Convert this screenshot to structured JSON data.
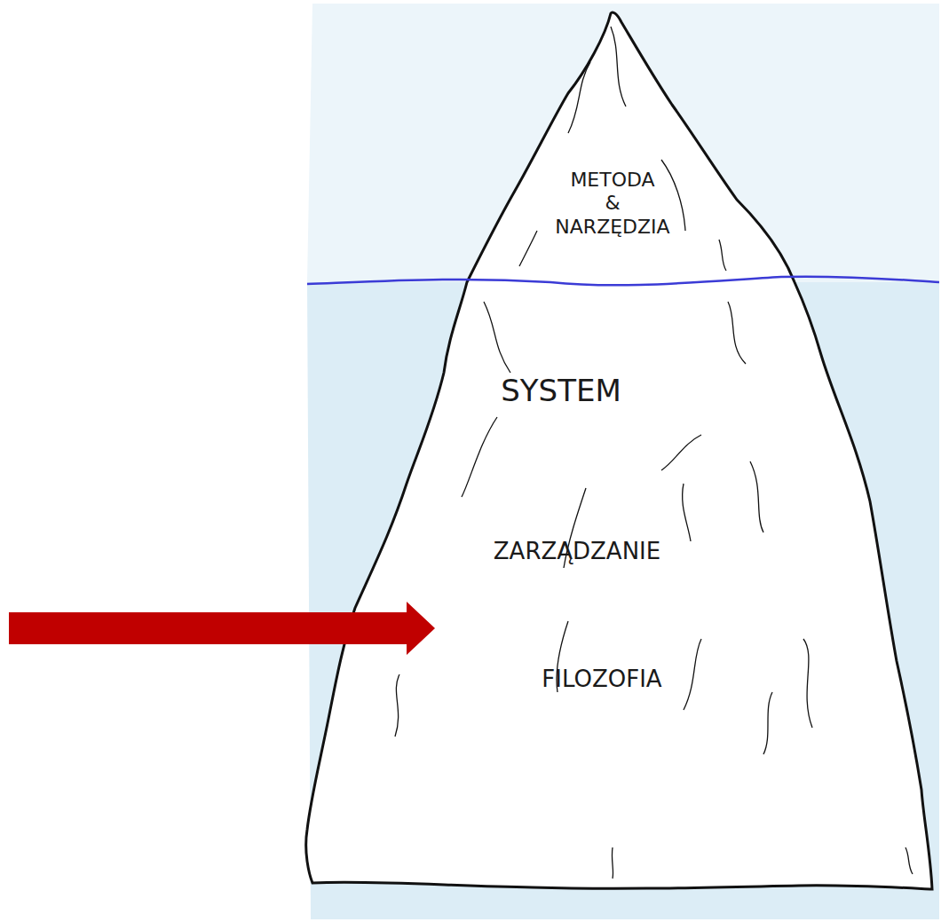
{
  "diagram": {
    "labels": [
      "METODA & NARZĘDZIA",
      "SYSTEM",
      "ZARZĄDZANIE",
      "FILOZOFIA"
    ]
  }
}
